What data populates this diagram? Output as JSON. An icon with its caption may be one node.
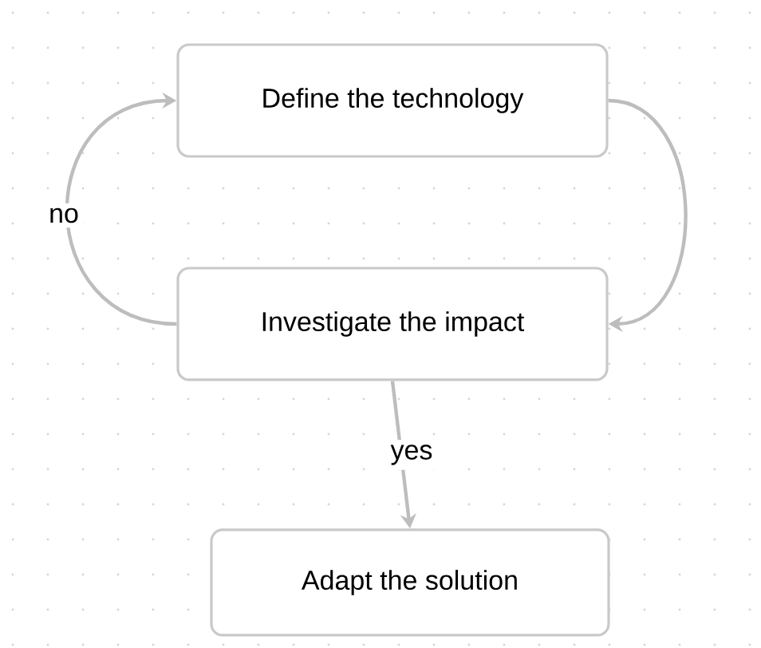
{
  "diagram": {
    "nodes": [
      {
        "text": [
          "Define the technology"
        ]
      },
      {
        "text": [
          "Investigate the impact"
        ]
      },
      {
        "text": [
          "Adapt the solution"
        ]
      }
    ],
    "edges": [
      {
        "from": 0,
        "to": 1,
        "arrow": "to"
      },
      {
        "from": 1,
        "to": 0,
        "arrow": "to",
        "label": "no"
      },
      {
        "from": 1,
        "to": 2,
        "arrow": "to",
        "label": "yes"
      }
    ]
  }
}
